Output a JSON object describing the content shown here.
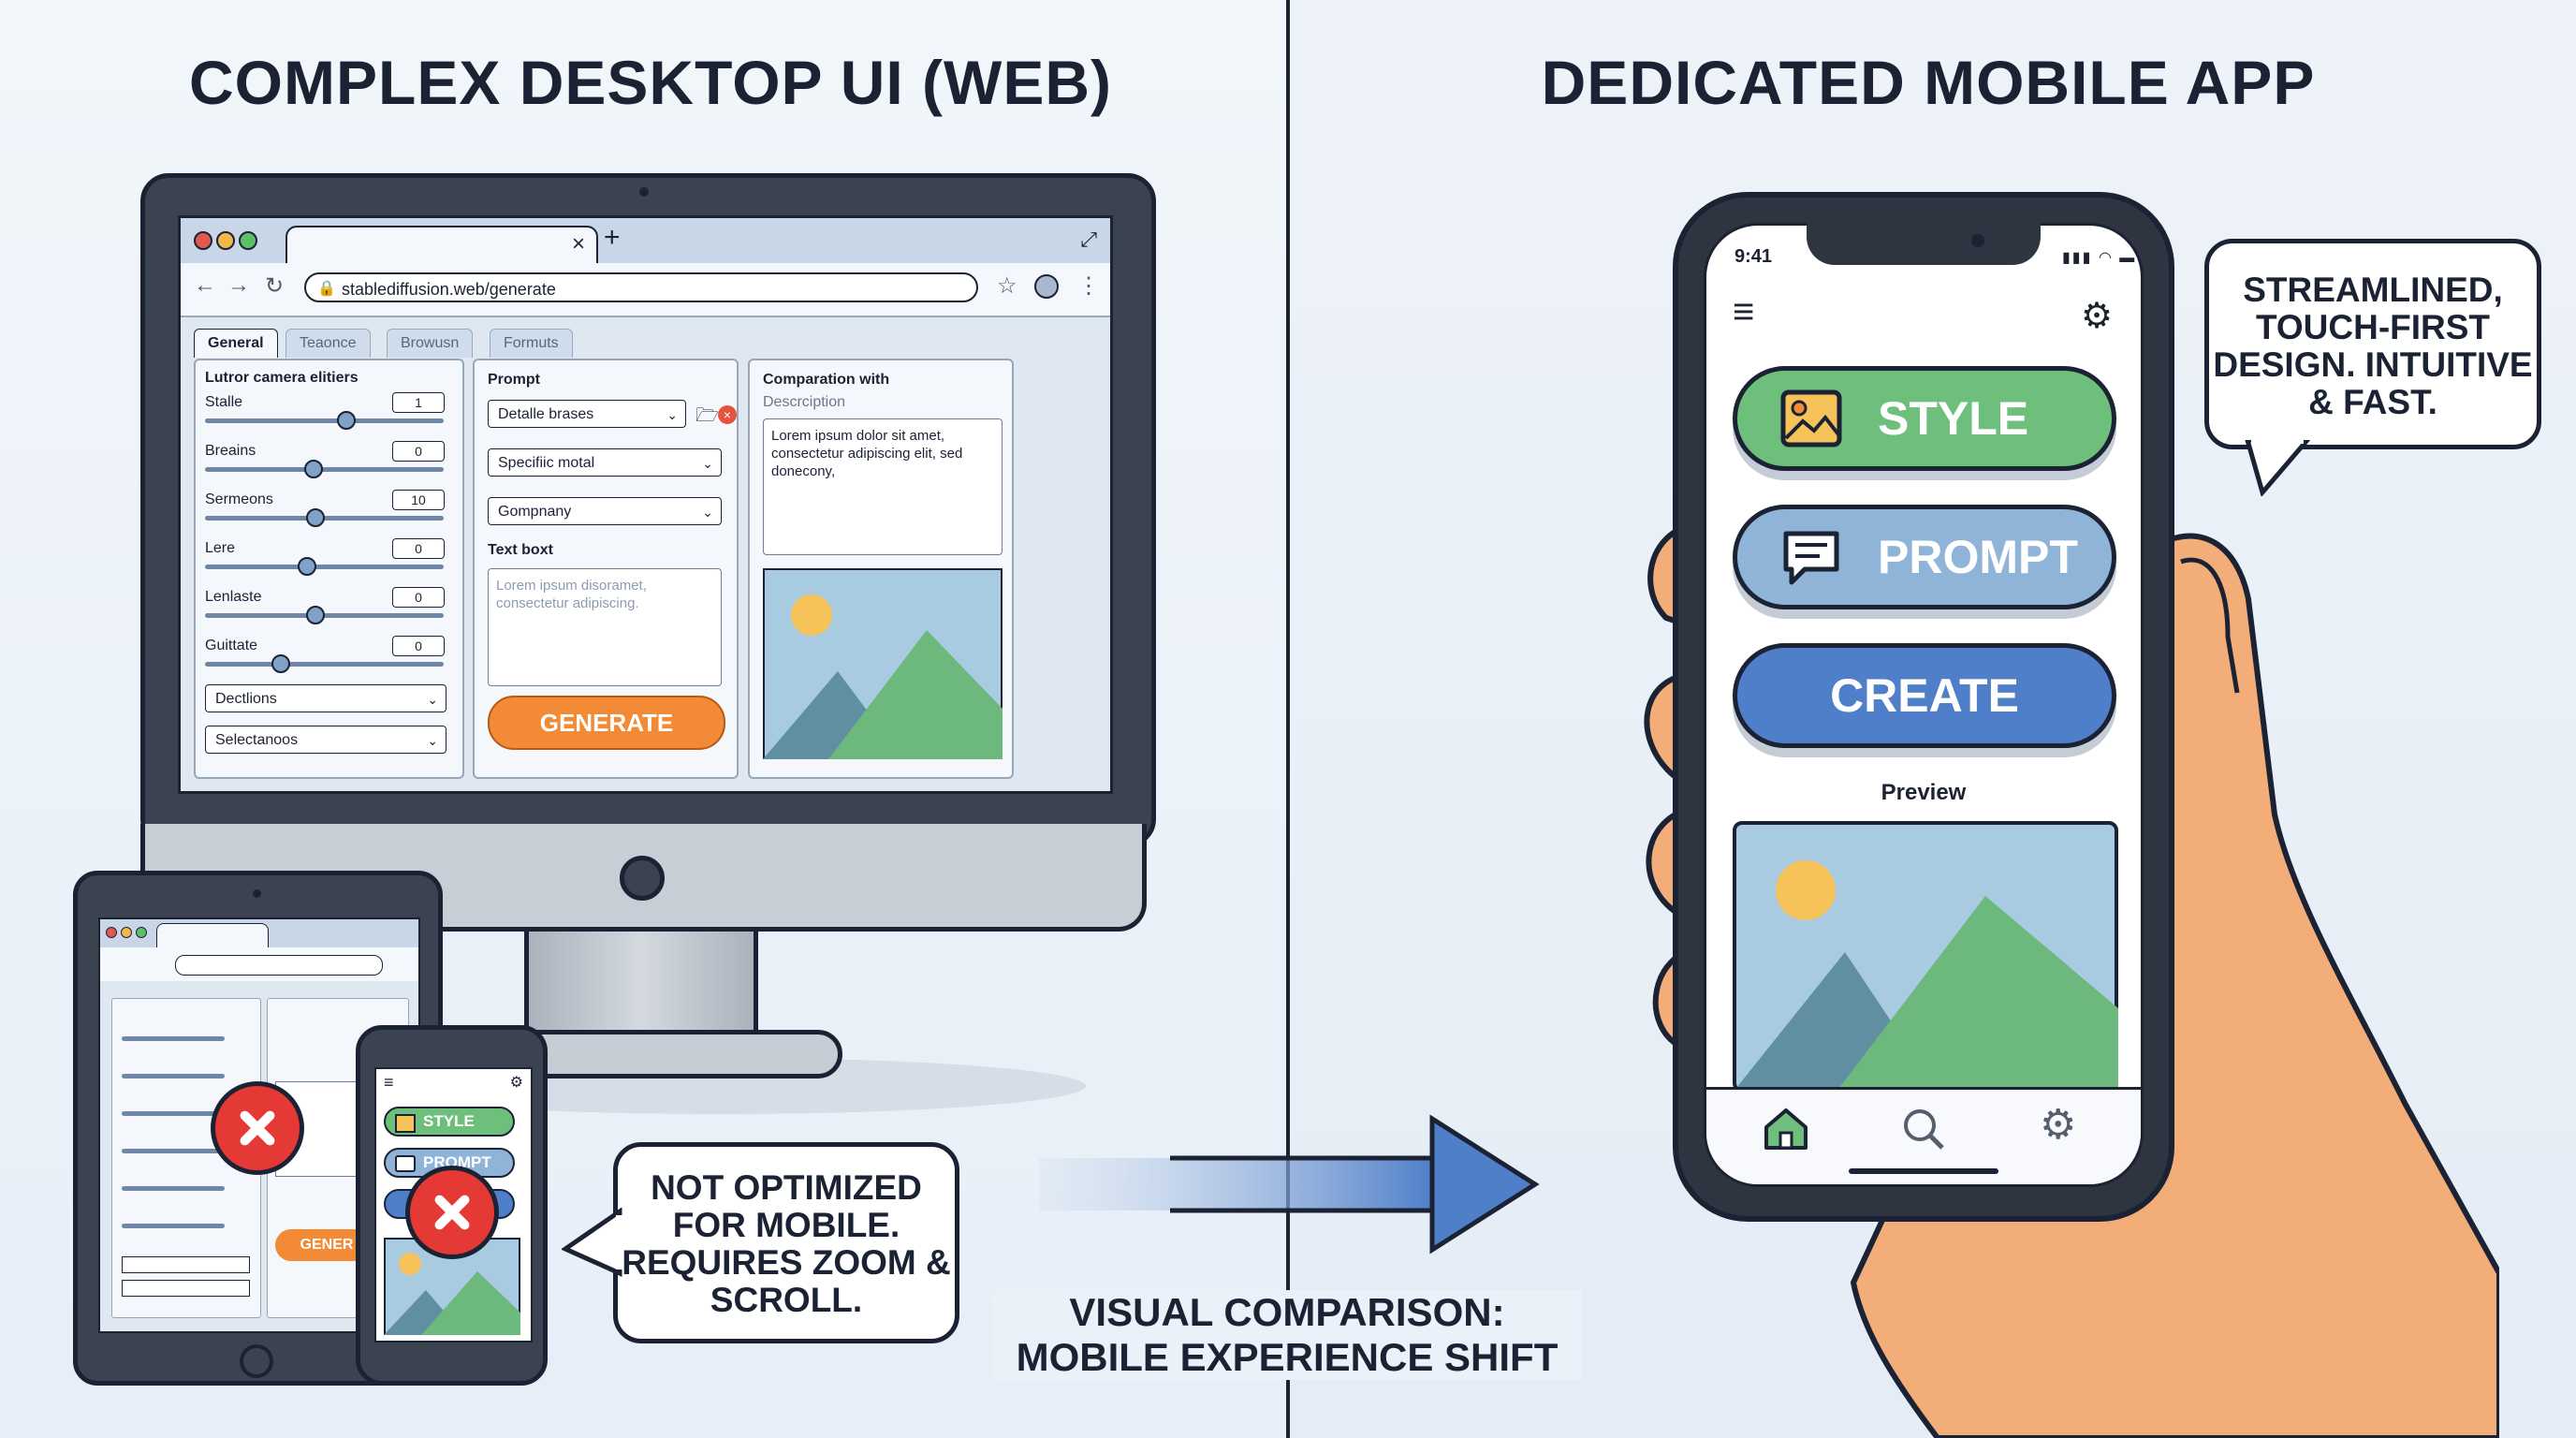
{
  "left": {
    "heading": "COMPLEX DESKTOP UI (WEB)",
    "browser": {
      "url": "stablediffusion.web/generate",
      "tab_close": "×",
      "tab_new": "+",
      "subtabs": [
        "General",
        "Teaonce",
        "Browusn",
        "Formuts"
      ],
      "settings_title": "Lutror camera elitiers",
      "sliders": [
        {
          "label": "Stalle",
          "value": "1",
          "pos": 0.6
        },
        {
          "label": "Breains",
          "value": "0",
          "pos": 0.45
        },
        {
          "label": "Sermeons",
          "value": "10",
          "pos": 0.46
        },
        {
          "label": "Lere",
          "value": "0",
          "pos": 0.42
        },
        {
          "label": "Lenlaste",
          "value": "0",
          "pos": 0.46
        },
        {
          "label": "Guittate",
          "value": "0",
          "pos": 0.3
        }
      ],
      "selects_left": [
        "Dectlions",
        "Selectanoos"
      ],
      "prompt_title": "Prompt",
      "prompt_selects": [
        "Detalle brases",
        "Specifiic motal",
        "Gompnany"
      ],
      "textbox_title": "Text boxt",
      "textbox_placeholder": "Lorem ipsum disoramet, consectetur adipiscing.",
      "generate_label": "GENERATE",
      "comparison_title": "Comparation with",
      "description_label": "Descrciption",
      "description_text": "Lorem ipsum dolor sit amet, consectetur adipiscing elit, sed donecony,"
    },
    "small_phone": {
      "style": "STYLE",
      "prompt": "PROMPT"
    },
    "tablet_gen": "GENER",
    "bubble": "NOT OPTIMIZED FOR MOBILE. REQUIRES ZOOM & SCROLL."
  },
  "center_caption": "VISUAL COMPARISON: MOBILE EXPERIENCE SHIFT",
  "right": {
    "heading": "DEDICATED MOBILE APP",
    "time": "9:41",
    "buttons": {
      "style": "STYLE",
      "prompt": "PROMPT",
      "create": "CREATE"
    },
    "preview_label": "Preview",
    "bubble": "STREAMLINED, TOUCH-FIRST DESIGN. INTUITIVE & FAST."
  },
  "colors": {
    "style_green": "#6dbf7b",
    "prompt_blue": "#8fb4d8",
    "create_blue": "#4f7fc9",
    "generate_orange": "#f28a36",
    "error_red": "#e53935"
  }
}
